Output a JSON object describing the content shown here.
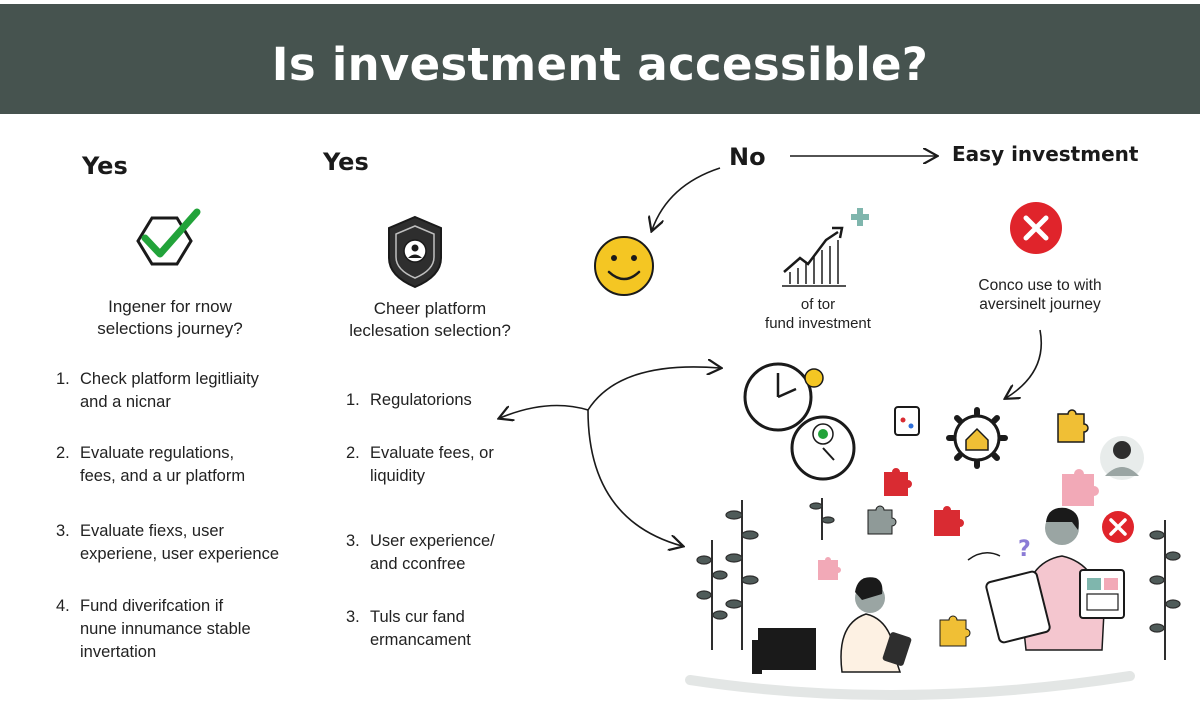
{
  "title": "Is investment accessible?",
  "headers": {
    "col1": "Yes",
    "col2": "Yes",
    "col3": "No",
    "col4": "Easy investment"
  },
  "col1": {
    "question": [
      "Ingener for rnow",
      "selections journey?"
    ],
    "steps": [
      {
        "num": "1.",
        "lines": [
          "Check platform legitliaity",
          "and a nicnar"
        ]
      },
      {
        "num": "2.",
        "lines": [
          "Evaluate regulations,",
          "fees, and a ur platform"
        ]
      },
      {
        "num": "3.",
        "lines": [
          "Evaluate fiexs, user",
          "experiene, user experience"
        ]
      },
      {
        "num": "4.",
        "lines": [
          "Fund diverifcation if",
          "nune innumance stable",
          "invertation"
        ]
      }
    ]
  },
  "col2": {
    "question": [
      "Cheer platform",
      "leclesation selection?"
    ],
    "steps": [
      {
        "num": "1.",
        "lines": [
          "Regulatorions"
        ]
      },
      {
        "num": "2.",
        "lines": [
          "Evaluate fees, or",
          "liquidity"
        ]
      },
      {
        "num": "3.",
        "lines": [
          "User experience/",
          "and cconfree"
        ]
      },
      {
        "num": "3.",
        "lines": [
          "Tuls cur fand",
          "ermancament"
        ]
      }
    ]
  },
  "col3": {
    "caption": [
      "of tor",
      "fund investment"
    ]
  },
  "col4": {
    "caption": [
      "Conco use to with",
      "aversinelt journey"
    ]
  },
  "icons": {
    "check": "checkmark-hexagon-icon",
    "shield": "shield-icon",
    "smiley": "smiley-face-icon",
    "chart": "rising-chart-icon",
    "cross": "red-cross-icon",
    "clock": "clock-icon",
    "gear": "gear-house-icon",
    "puzzle": "puzzle-piece-icon",
    "person": "person-icon"
  },
  "colors": {
    "banner": "#46534f",
    "check_green": "#22a33a",
    "cross_red": "#e0242b",
    "smiley_yellow": "#f4c623",
    "puzzle_red": "#d92b32",
    "puzzle_pink": "#f2a9b7",
    "puzzle_yellow": "#f0bf35",
    "puzzle_teal": "#7fb6ad"
  }
}
